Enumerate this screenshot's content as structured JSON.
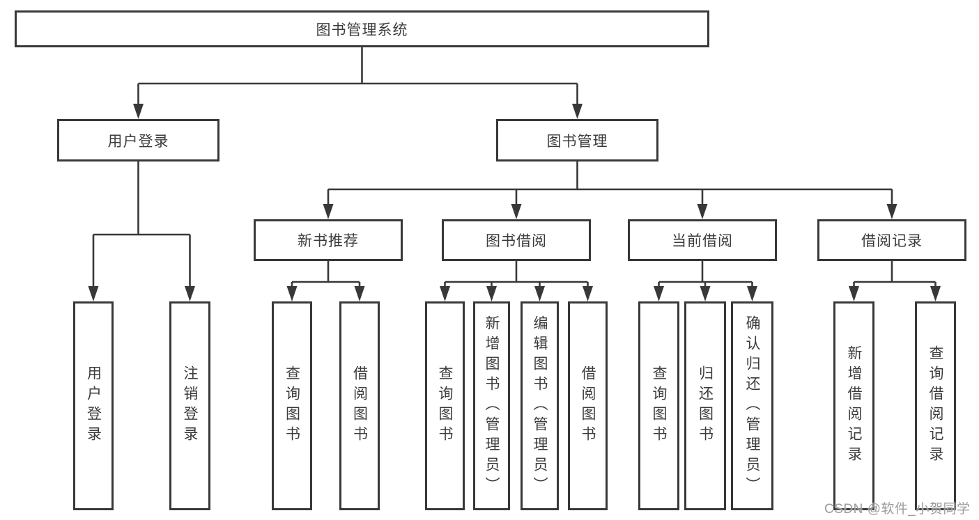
{
  "tree": {
    "root": {
      "label": "图书管理系统",
      "children": [
        {
          "label": "用户登录",
          "children": [
            {
              "label": "用户登录"
            },
            {
              "label": "注销登录"
            }
          ]
        },
        {
          "label": "图书管理",
          "children": [
            {
              "label": "新书推荐",
              "children": [
                {
                  "label": "查询图书"
                },
                {
                  "label": "借阅图书"
                }
              ]
            },
            {
              "label": "图书借阅",
              "children": [
                {
                  "label": "查询图书"
                },
                {
                  "label": "新增图书（管理员）"
                },
                {
                  "label": "编辑图书（管理员）"
                },
                {
                  "label": "借阅图书"
                }
              ]
            },
            {
              "label": "当前借阅",
              "children": [
                {
                  "label": "查询图书"
                },
                {
                  "label": "归还图书"
                },
                {
                  "label": "确认归还（管理员）"
                }
              ]
            },
            {
              "label": "借阅记录",
              "children": [
                {
                  "label": "新增借阅记录"
                },
                {
                  "label": "查询借阅记录"
                }
              ]
            }
          ]
        }
      ]
    }
  },
  "watermark": {
    "text": "CSDN @软件_小贺同学"
  },
  "colors": {
    "line": "#383838",
    "node_border": "#383838",
    "text": "#3c3c3c",
    "background": "#ffffff",
    "watermark": "#9b9b9b"
  }
}
